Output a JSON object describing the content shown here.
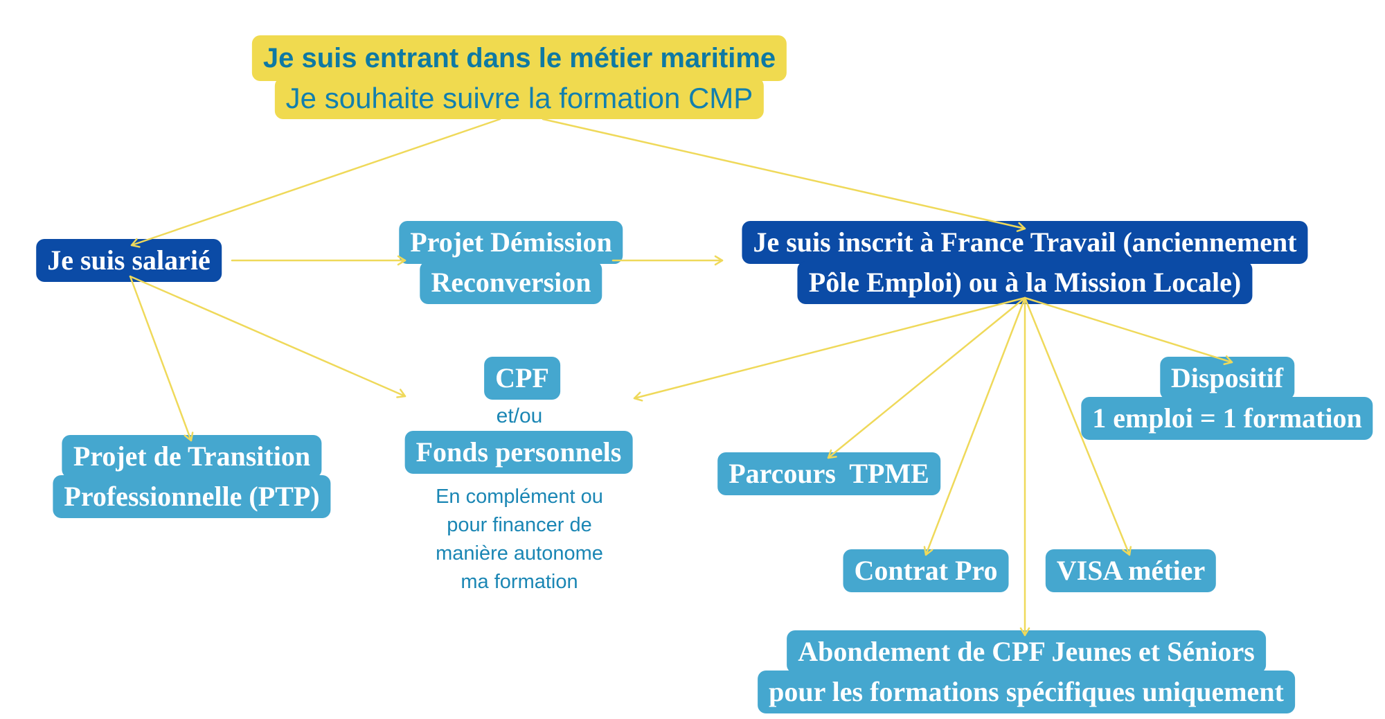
{
  "colors": {
    "yellow": "#f0da4f",
    "dark_blue": "#0b4ba6",
    "light_blue": "#45a7cf",
    "teal_text": "#127fae",
    "note_text": "#1a86b4",
    "arrow": "#efd95a",
    "white": "#ffffff"
  },
  "root": {
    "line1": "Je suis entrant dans le métier maritime",
    "line2": "Je souhaite suivre la formation CMP"
  },
  "salarie": {
    "label": "Je suis salarié"
  },
  "demission": {
    "line1": "Projet Démission",
    "line2": "Reconversion"
  },
  "france_travail": {
    "line1": "Je suis inscrit à France Travail (anciennement",
    "line2": "Pôle Emploi) ou à la Mission Locale)"
  },
  "ptp": {
    "line1": "Projet de Transition",
    "line2": "Professionnelle (PTP)"
  },
  "cpf": {
    "label": "CPF"
  },
  "connector": {
    "label": "et/ou"
  },
  "fonds": {
    "label": "Fonds personnels"
  },
  "fonds_note": {
    "lines": [
      "En complément ou",
      "pour financer de",
      "manière autonome",
      "ma formation"
    ]
  },
  "tpme": {
    "label": "Parcours  TPME"
  },
  "dispositif": {
    "line1": "Dispositif",
    "line2": "1 emploi = 1 formation"
  },
  "contrat_pro": {
    "label": "Contrat Pro"
  },
  "visa": {
    "label": "VISA métier"
  },
  "abondement": {
    "line1": "Abondement de CPF Jeunes et Séniors",
    "line2": "pour les formations spécifiques uniquement"
  }
}
